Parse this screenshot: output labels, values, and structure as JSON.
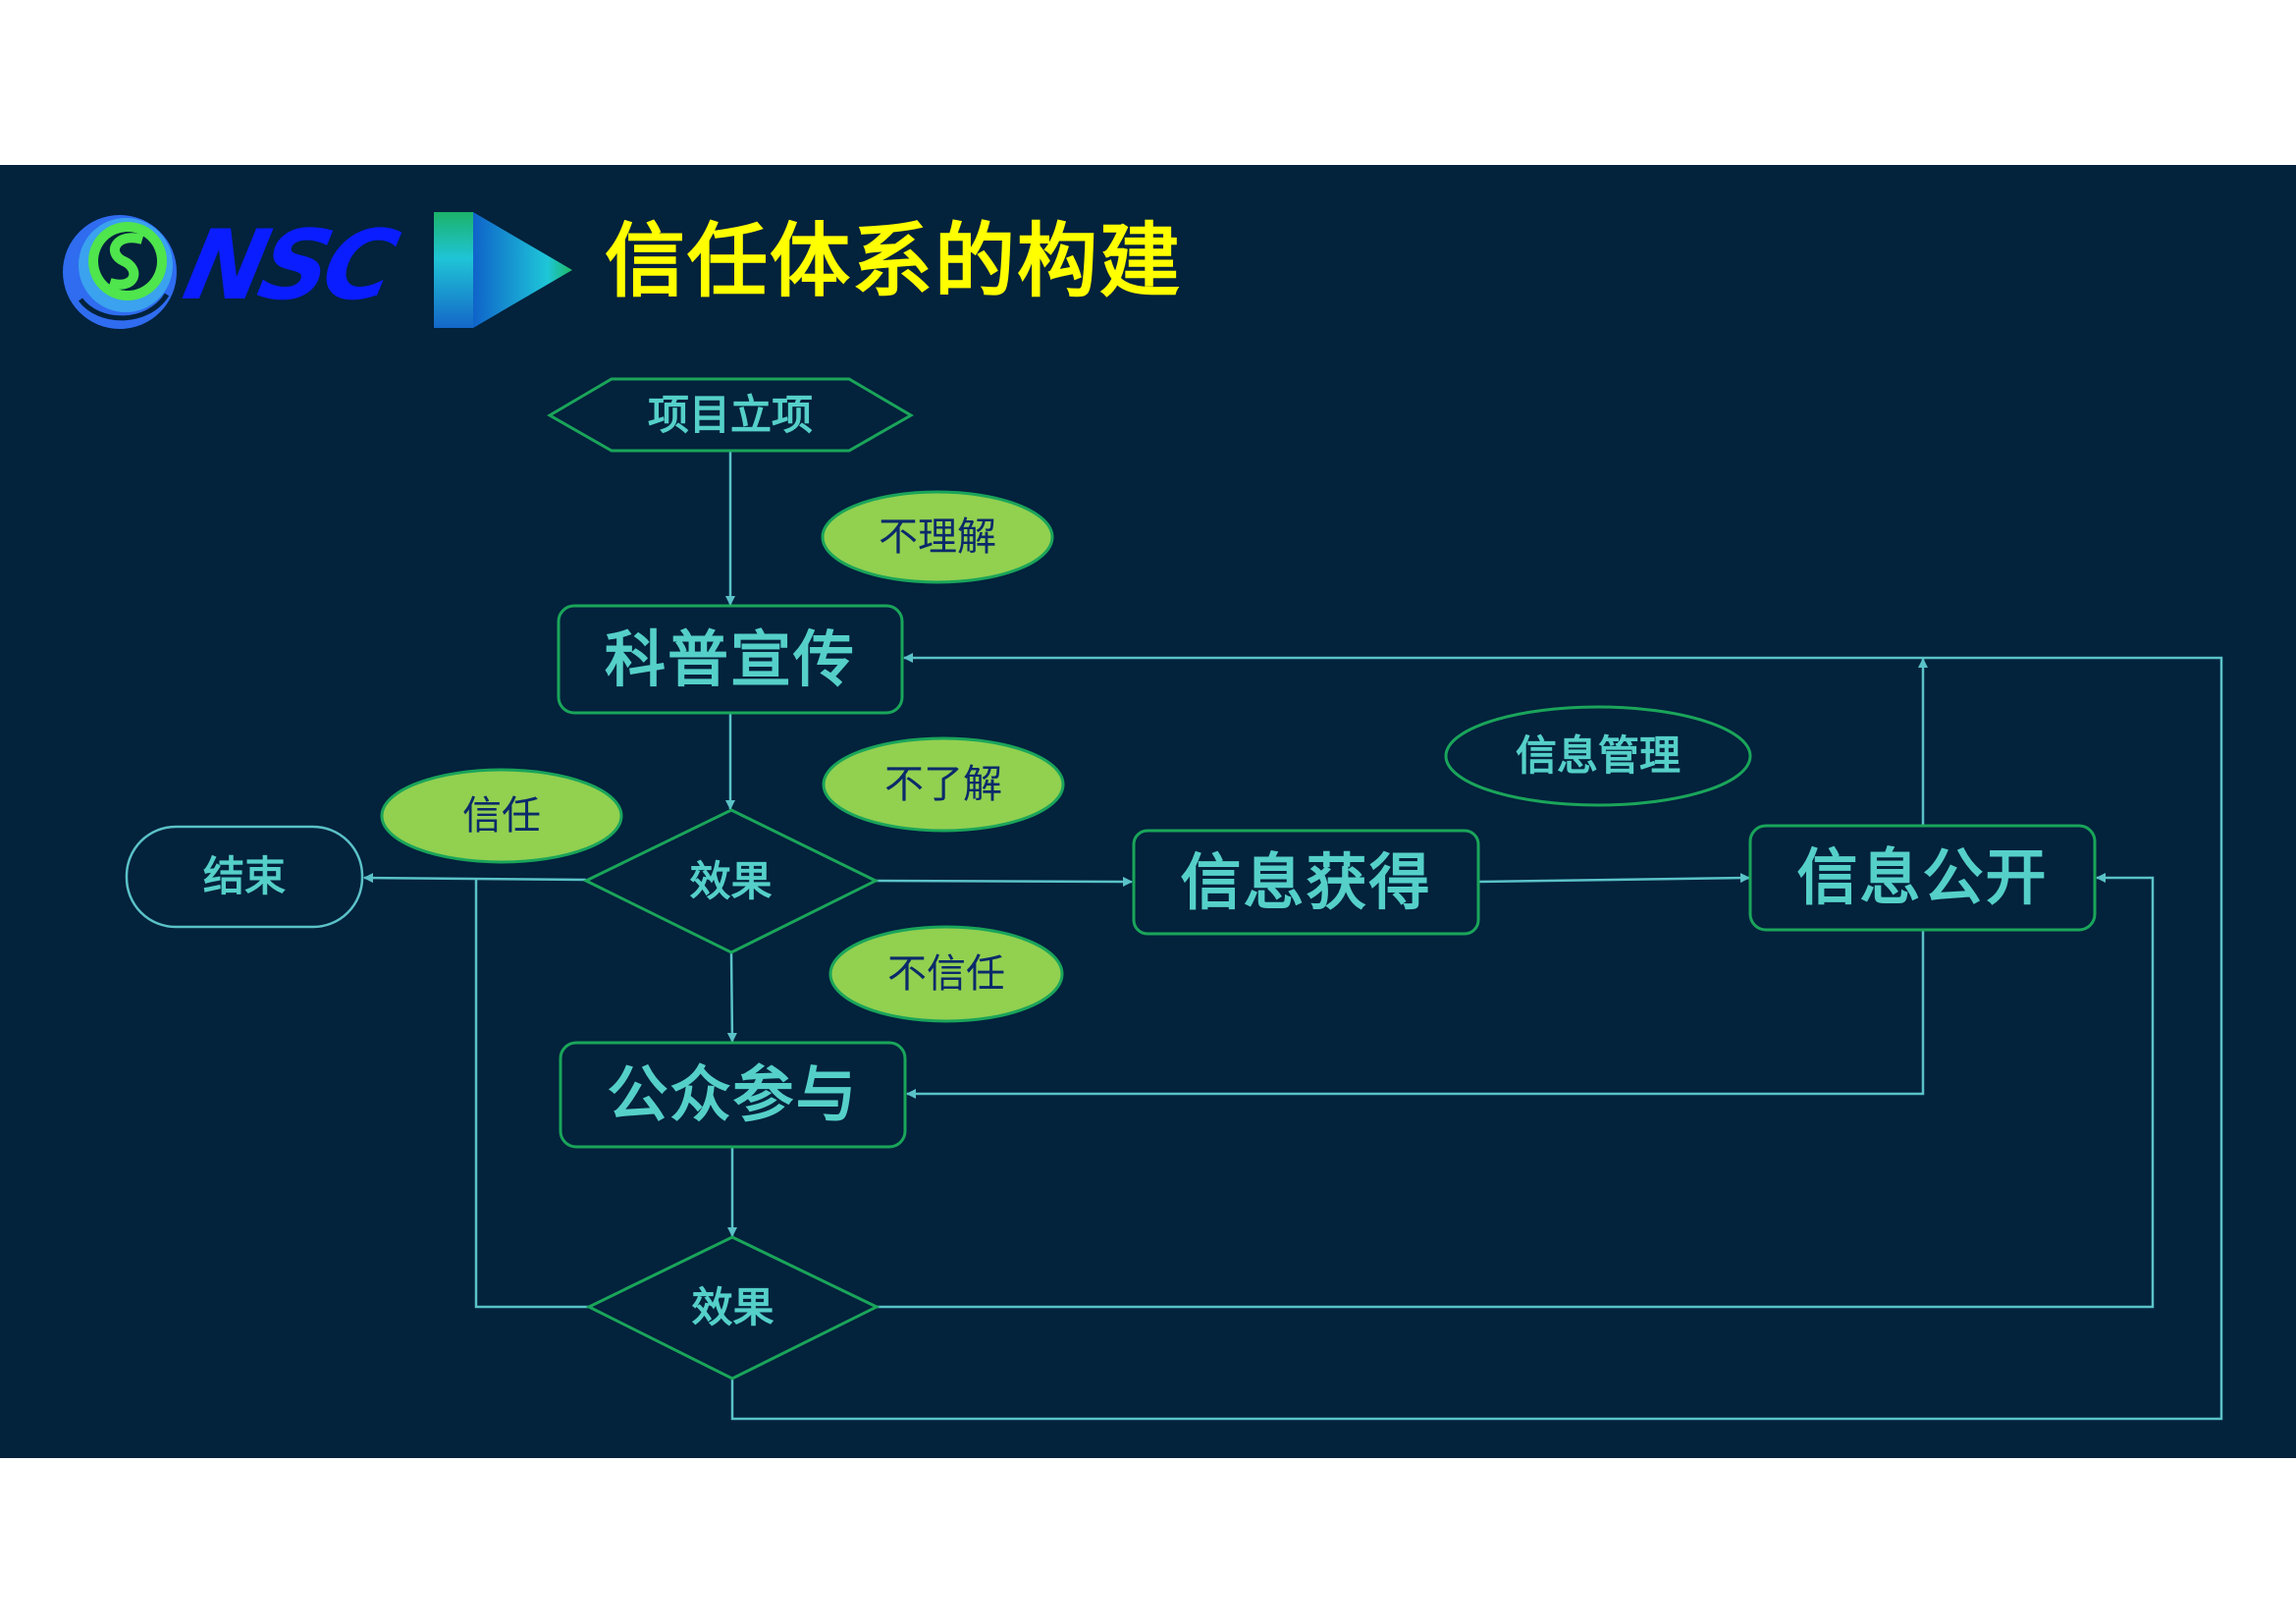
{
  "slide": {
    "title": "信任体系的构建",
    "logo": {
      "text": "NSC",
      "brand_color": "#0a1dff"
    }
  },
  "colors": {
    "background": "#03223c",
    "title": "#ffff00",
    "node_text": "#55d0c8",
    "node_border": "#1aa55a",
    "connector": "#5ac2c8",
    "annotation_fill": "#92d050",
    "annotation_text": "#0b2a6a"
  },
  "flowchart": {
    "nodes": {
      "start": "项目立项",
      "science_outreach": "科普宣传",
      "effect_1": "效果",
      "end": "结束",
      "info_acquire": "信息获得",
      "info_disclose": "信息公开",
      "public_participation": "公众参与",
      "effect_2": "效果"
    },
    "annotations": {
      "not_understand": "不理解",
      "not_know": "不了解",
      "trust": "信任",
      "distrust": "不信任",
      "info_management": "信息管理"
    }
  }
}
